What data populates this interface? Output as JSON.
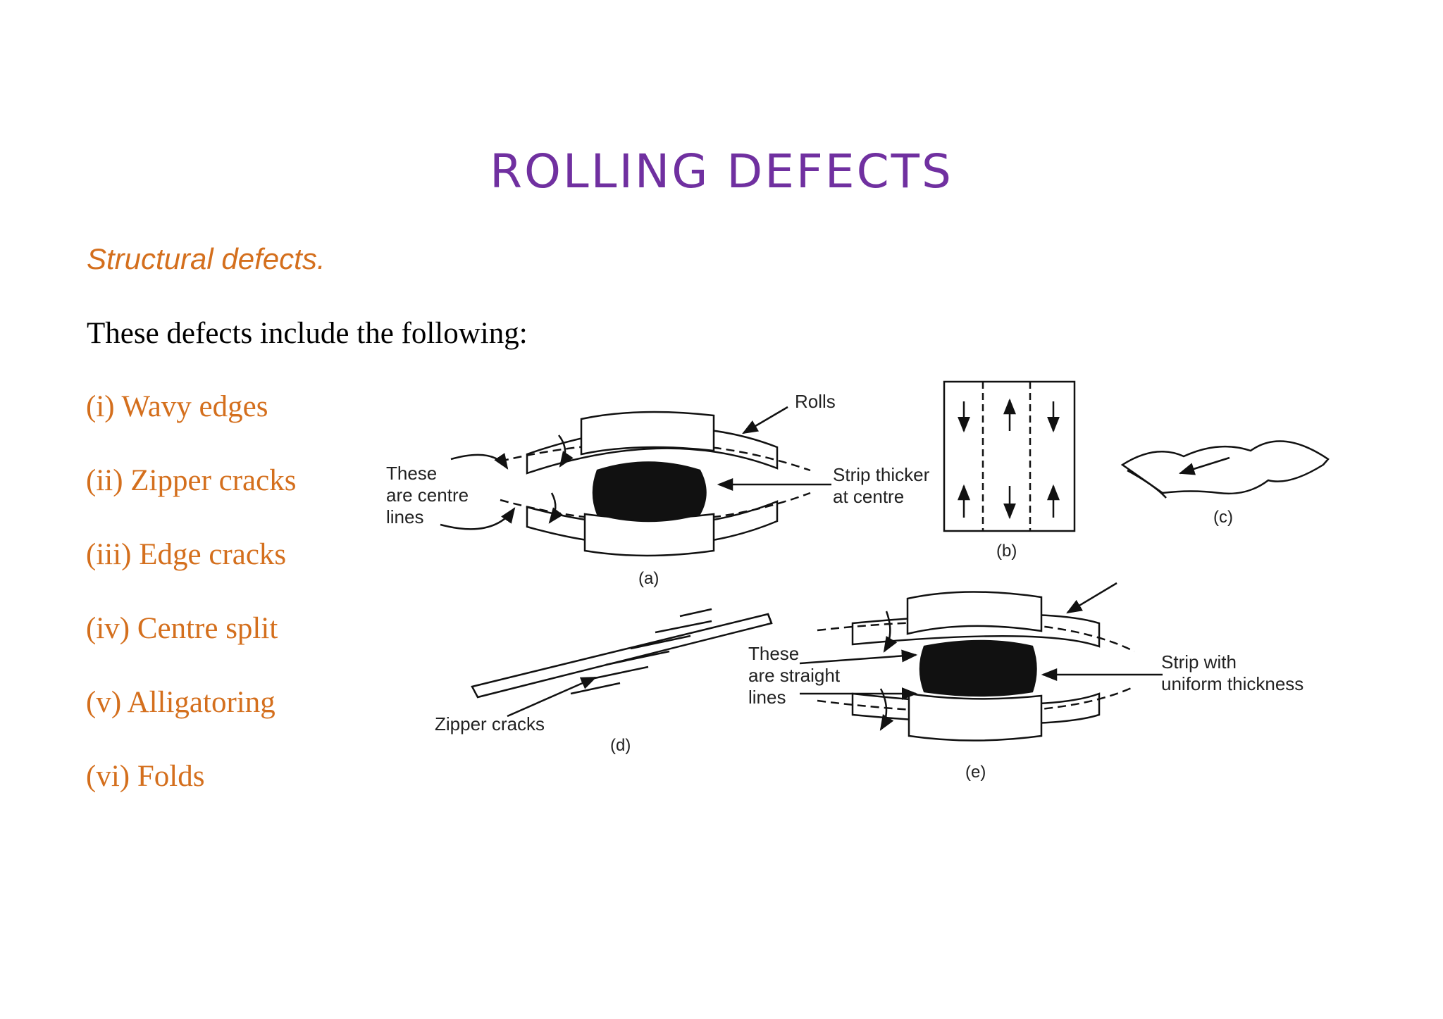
{
  "title": "ROLLING DEFECTS",
  "subtitle": "Structural defects.",
  "intro": "These defects include the following:",
  "defects": [
    "(i) Wavy edges",
    "(ii) Zipper cracks",
    "(iii) Edge cracks",
    "(iv) Centre split",
    "(v) Alligatoring",
    "(vi) Folds"
  ],
  "figure": {
    "a": {
      "label": "(a)",
      "rolls": "Rolls",
      "centre_lines": [
        "These",
        "are centre",
        "lines"
      ],
      "strip_thicker": [
        "Strip thicker",
        "at centre"
      ]
    },
    "b": {
      "label": "(b)"
    },
    "c": {
      "label": "(c)"
    },
    "d": {
      "label": "(d)",
      "zipper": "Zipper cracks"
    },
    "e": {
      "label": "(e)",
      "straight_lines": [
        "These",
        "are straight",
        "lines"
      ],
      "uniform": [
        "Strip with",
        "uniform thickness"
      ]
    }
  },
  "colors": {
    "title": "#7030a0",
    "accent": "#d46f1d",
    "text": "#000000"
  }
}
